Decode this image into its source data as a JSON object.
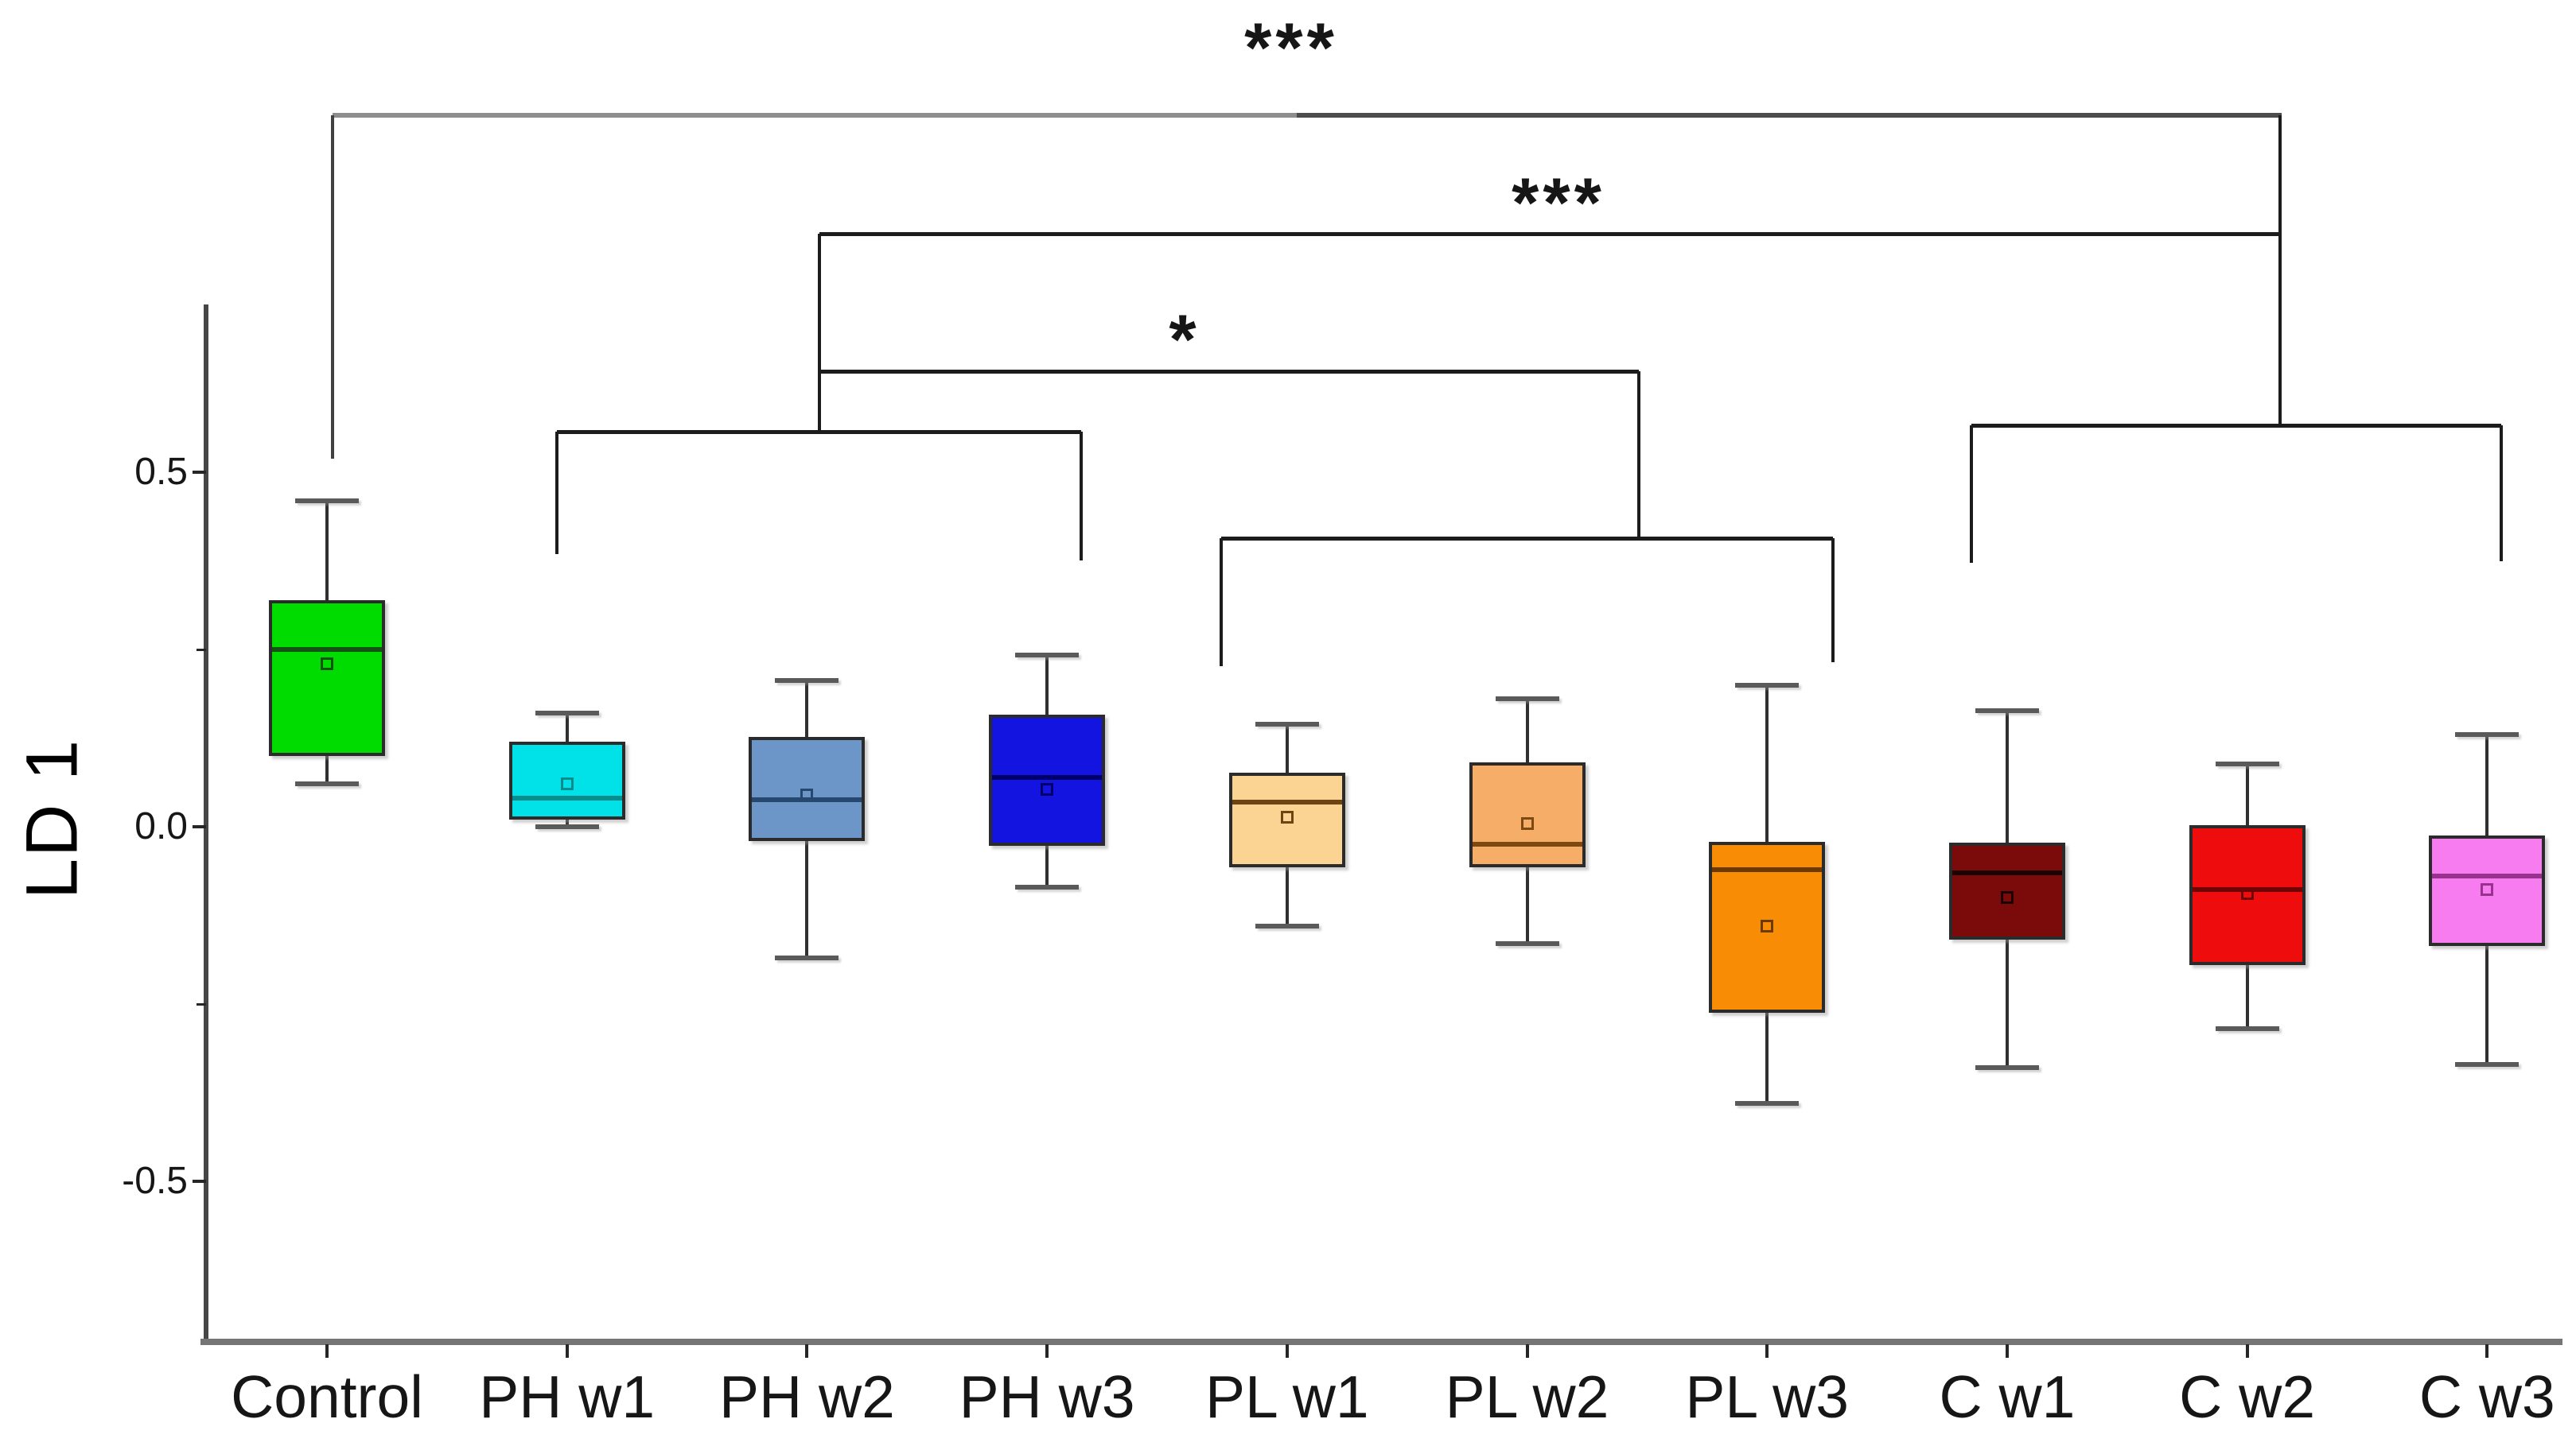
{
  "figure": {
    "background": "#ffffff"
  },
  "chart_data": {
    "type": "box",
    "title": "",
    "ylabel": "LD 1",
    "xlabel": "",
    "grid": false,
    "legend": "none",
    "categories": [
      "Control",
      "PH w1",
      "PH w2",
      "PH w3",
      "PL w1",
      "PL w2",
      "PL w3",
      "C w1",
      "C w2",
      "C w3"
    ],
    "y_axis": {
      "range": [
        -0.727,
        0.736
      ],
      "tick_values": [
        0.5,
        0.0,
        -0.5
      ],
      "tick_labels": [
        "0.5",
        "0.0",
        "-0.5"
      ],
      "minor_tick_values": [
        0.25,
        -0.25
      ]
    },
    "series": [
      {
        "name": "Control",
        "fill": "#00dc00",
        "accent": "#145214",
        "whisker_low": 0.06,
        "q1": 0.1,
        "median": 0.25,
        "mean": 0.23,
        "q3": 0.32,
        "whisker_high": 0.46
      },
      {
        "name": "PH w1",
        "fill": "#00e1e8",
        "accent": "#0b8c8c",
        "whisker_low": 0.0,
        "q1": 0.01,
        "median": 0.04,
        "mean": 0.06,
        "q3": 0.12,
        "whisker_high": 0.16
      },
      {
        "name": "PH w2",
        "fill": "#6c96c8",
        "accent": "#27486e",
        "whisker_low": -0.185,
        "q1": -0.02,
        "median": 0.038,
        "mean": 0.045,
        "q3": 0.127,
        "whisker_high": 0.206
      },
      {
        "name": "PH w3",
        "fill": "#1414e0",
        "accent": "#00006a",
        "whisker_low": -0.085,
        "q1": -0.027,
        "median": 0.069,
        "mean": 0.053,
        "q3": 0.158,
        "whisker_high": 0.242
      },
      {
        "name": "PL w1",
        "fill": "#fbd494",
        "accent": "#6e4412",
        "whisker_low": -0.14,
        "q1": -0.057,
        "median": 0.035,
        "mean": 0.014,
        "q3": 0.076,
        "whisker_high": 0.145
      },
      {
        "name": "PL w2",
        "fill": "#f6ad68",
        "accent": "#7c4a10",
        "whisker_low": -0.165,
        "q1": -0.057,
        "median": -0.025,
        "mean": 0.004,
        "q3": 0.091,
        "whisker_high": 0.181
      },
      {
        "name": "PL w3",
        "fill": "#f88c05",
        "accent": "#6b3a02",
        "whisker_low": -0.39,
        "q1": -0.262,
        "median": -0.06,
        "mean": -0.14,
        "q3": -0.021,
        "whisker_high": 0.2
      },
      {
        "name": "C w1",
        "fill": "#7b0a0a",
        "accent": "#1c0101",
        "whisker_low": -0.34,
        "q1": -0.159,
        "median": -0.065,
        "mean": -0.1,
        "q3": -0.022,
        "whisker_high": 0.164
      },
      {
        "name": "C w2",
        "fill": "#ee0c0c",
        "accent": "#700404",
        "whisker_low": -0.285,
        "q1": -0.195,
        "median": -0.089,
        "mean": -0.094,
        "q3": 0.002,
        "whisker_high": 0.089
      },
      {
        "name": "C w3",
        "fill": "#f67cf0",
        "accent": "#99328f",
        "whisker_low": -0.335,
        "q1": -0.168,
        "median": -0.07,
        "mean": -0.089,
        "q3": -0.012,
        "whisker_high": 0.13
      }
    ],
    "significance": {
      "comparisons": [
        {
          "stars": "***",
          "between": [
            "Control",
            "C group (C w1-C w3)"
          ]
        },
        {
          "stars": "***",
          "between": [
            "PH group (PH w1-PH w3)",
            "C group (C w1-C w3)"
          ]
        },
        {
          "stars": "*",
          "between": [
            "PH group (PH w1-PH w3)",
            "PL group (PL w1-PL w3)"
          ]
        }
      ],
      "star_labels": [
        {
          "text": "***",
          "x": 1623,
          "y": 16,
          "size": 88
        },
        {
          "text": "***",
          "x": 1959,
          "y": 211,
          "size": 88
        },
        {
          "text": "*",
          "x": 1489,
          "y": 383,
          "size": 88
        }
      ],
      "segments": [
        {
          "x1": 418,
          "y1": 145,
          "x2": 1630,
          "y2": 145,
          "w": 6,
          "c": "#8d8d8d"
        },
        {
          "x1": 1630,
          "y1": 145,
          "x2": 2868,
          "y2": 145,
          "w": 6,
          "c": "#4c4c4c"
        },
        {
          "x1": 418,
          "y1": 145,
          "x2": 418,
          "y2": 577,
          "w": 4,
          "c": "#414141"
        },
        {
          "x1": 2866,
          "y1": 145,
          "x2": 2866,
          "y2": 535,
          "w": 4,
          "c": "#1c1c1c"
        },
        {
          "x1": 1030,
          "y1": 294,
          "x2": 2866,
          "y2": 294,
          "w": 5,
          "c": "#1c1c1c"
        },
        {
          "x1": 1030,
          "y1": 294,
          "x2": 1030,
          "y2": 543,
          "w": 4,
          "c": "#1c1c1c"
        },
        {
          "x1": 1030,
          "y1": 467,
          "x2": 2060,
          "y2": 467,
          "w": 5,
          "c": "#1c1c1c"
        },
        {
          "x1": 2060,
          "y1": 467,
          "x2": 2060,
          "y2": 677,
          "w": 4,
          "c": "#1c1c1c"
        },
        {
          "x1": 700,
          "y1": 543,
          "x2": 1359,
          "y2": 543,
          "w": 5,
          "c": "#1c1c1c"
        },
        {
          "x1": 700,
          "y1": 543,
          "x2": 700,
          "y2": 697,
          "w": 4,
          "c": "#1c1c1c"
        },
        {
          "x1": 1359,
          "y1": 543,
          "x2": 1359,
          "y2": 705,
          "w": 4,
          "c": "#1c1c1c"
        },
        {
          "x1": 1535,
          "y1": 677,
          "x2": 2304,
          "y2": 677,
          "w": 5,
          "c": "#1c1c1c"
        },
        {
          "x1": 1535,
          "y1": 677,
          "x2": 1535,
          "y2": 838,
          "w": 4,
          "c": "#1c1c1c"
        },
        {
          "x1": 2304,
          "y1": 677,
          "x2": 2304,
          "y2": 833,
          "w": 4,
          "c": "#1c1c1c"
        },
        {
          "x1": 2478,
          "y1": 535,
          "x2": 3144,
          "y2": 535,
          "w": 5,
          "c": "#1c1c1c"
        },
        {
          "x1": 2478,
          "y1": 535,
          "x2": 2478,
          "y2": 708,
          "w": 4,
          "c": "#1c1c1c"
        },
        {
          "x1": 3144,
          "y1": 535,
          "x2": 3144,
          "y2": 706,
          "w": 4,
          "c": "#1c1c1c"
        }
      ]
    }
  }
}
